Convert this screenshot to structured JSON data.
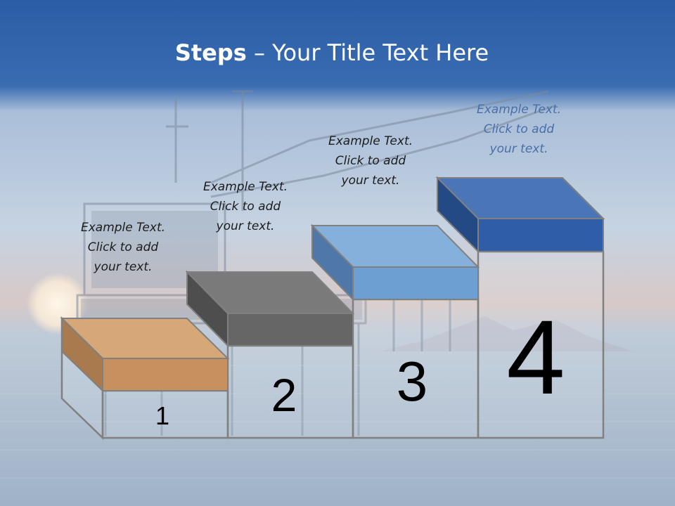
{
  "slide": {
    "title_bold": "Steps",
    "title_rest": " – Your Title Text Here"
  },
  "steps": [
    {
      "number": "1",
      "lines": [
        "Example Text.",
        "Click  to add",
        "your text."
      ],
      "color": "#c8905e"
    },
    {
      "number": "2",
      "lines": [
        "Example Text.",
        "Click  to add",
        "your text."
      ],
      "color": "#666666"
    },
    {
      "number": "3",
      "lines": [
        "Example Text.",
        "Click  to add",
        "your text."
      ],
      "color": "#6d9fd3"
    },
    {
      "number": "4",
      "lines": [
        "Example Text.",
        "Click  to add",
        "your text."
      ],
      "color": "#2f5da8"
    }
  ]
}
